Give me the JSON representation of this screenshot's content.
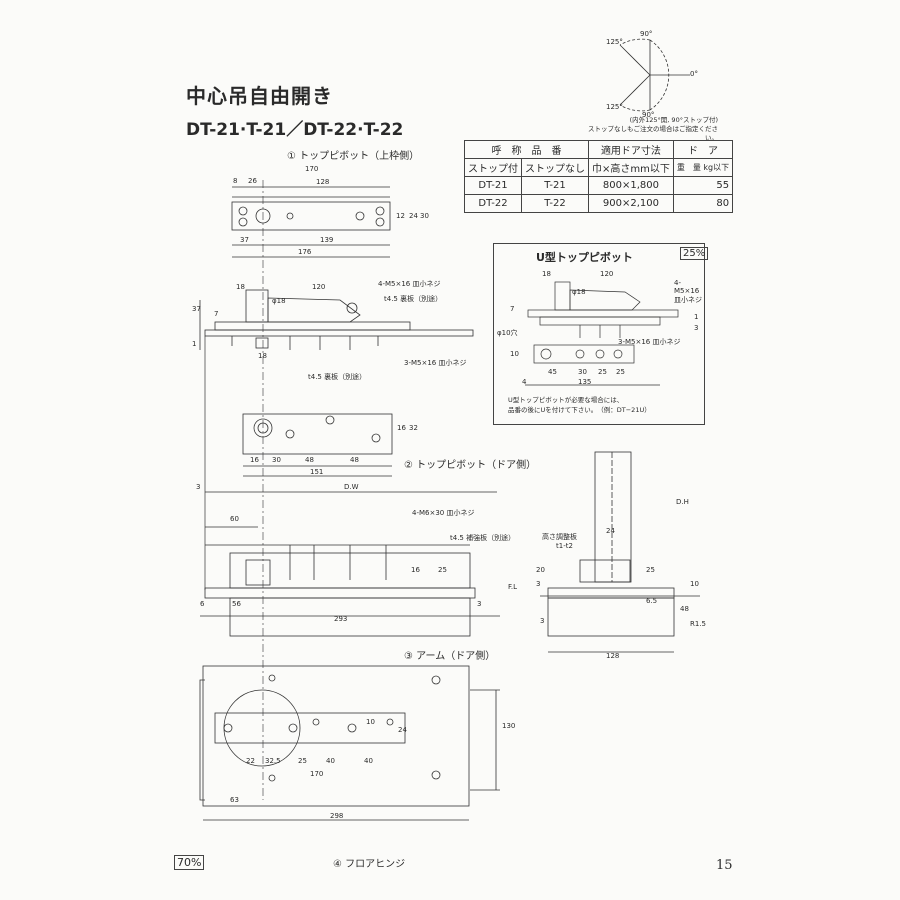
{
  "header": {
    "title": "中心吊自由開き",
    "models": "DT-21·T-21／DT-22·T-22"
  },
  "arc_diagram": {
    "angle_top": "90°",
    "angle_top_left": "125°",
    "angle_right": "0°",
    "angle_bottom_left": "125°",
    "angle_bottom": "90°",
    "note_line1": "(内外125°開, 90°ストップ付)",
    "note_line2": "ストップなしもご注文の場合はご指定ください。"
  },
  "spec_table": {
    "h_nominal": "呼　称　品　番",
    "h_door_size": "適用ドア寸法",
    "h_weight_top": "ド　ア",
    "h_stop": "ストップ付",
    "h_nostop": "ストップなし",
    "h_size": "巾×高さmm以下",
    "h_weight": "重　量 kg以下",
    "rows": [
      {
        "stop": "DT-21",
        "nostop": "T-21",
        "size": "800×1,800",
        "weight": "55"
      },
      {
        "stop": "DT-22",
        "nostop": "T-22",
        "size": "900×2,100",
        "weight": "80"
      }
    ]
  },
  "top_pivot_frame": {
    "label": "① トップピボット（上枠側）",
    "dims": {
      "d8": "8",
      "d26": "26",
      "d170": "170",
      "d128": "128",
      "d12": "12",
      "d24": "24",
      "d30": "30",
      "d37": "37",
      "d139": "139",
      "d176": "176",
      "d18": "18",
      "d120": "120",
      "dphi18": "φ18",
      "d7": "7",
      "d37b": "37",
      "d1": "1",
      "d18b": "18"
    },
    "screw1": "4-M5×16 皿小ネジ",
    "back_plate1": "t4.5 裏板（別途）",
    "screw2": "3-M5×16 皿小ネジ",
    "back_plate2": "t4.5 裏板（別途）"
  },
  "u_pivot": {
    "title": "U型トップピボット",
    "pct": "25%",
    "d18": "18",
    "d120": "120",
    "dphi18": "φ18",
    "screw1": "4-M5×16 皿小ネジ",
    "d10hole": "φ10穴",
    "screw2": "3-M5×16 皿小ネジ",
    "dims": [
      "45",
      "30",
      "25",
      "25",
      "135",
      "4",
      "10",
      "7",
      "1",
      "3"
    ],
    "note1": "U型トップピボットが必要な場合には、",
    "note2": "品番の後にUを付けて下さい。　（例：DT−21U）"
  },
  "top_pivot_door": {
    "label": "② トップピボット（ドア側）",
    "dims": {
      "d16": "16",
      "d30": "30",
      "d48a": "48",
      "d48b": "48",
      "d151": "151",
      "d16v": "16",
      "d32": "32"
    }
  },
  "floor_hinge_side": {
    "d3": "3",
    "dw": "D.W",
    "d60": "60",
    "screw": "4-M6×30 皿小ネジ",
    "plate": "t4.5 補強板（別途）",
    "d16": "16",
    "d25": "25",
    "fl": "F.L",
    "d6": "6",
    "d56": "56",
    "d3b": "3",
    "d293": "293"
  },
  "floor_hinge_end": {
    "dh": "D.H",
    "adjust": "高さ調整板",
    "adjust_range": "t1-t2",
    "d24": "24",
    "d20": "20",
    "d3": "3",
    "d25": "25",
    "d10": "10",
    "d65": "6.5",
    "d3b": "3",
    "d48": "48",
    "d15": "R1.5",
    "d128": "128"
  },
  "arm": {
    "label": "③ アーム（ドア側）",
    "dims": [
      "22",
      "32.5",
      "25",
      "40",
      "40",
      "170",
      "10",
      "24",
      "130",
      "63",
      "298"
    ]
  },
  "footer": {
    "pct": "70%",
    "floor_label": "④ フロアヒンジ",
    "page": "15"
  }
}
